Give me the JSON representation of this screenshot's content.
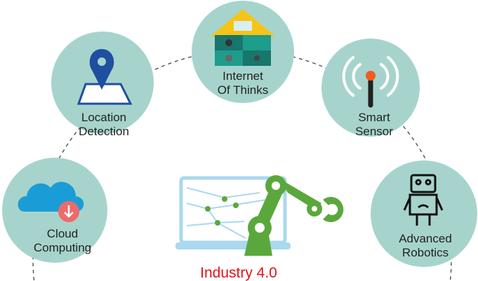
{
  "title": "Industry 4.0",
  "nodes": [
    {
      "line1": "Internet",
      "line2": "Of Thinks"
    },
    {
      "line1": "Location",
      "line2": "Detection"
    },
    {
      "line1": "Smart",
      "line2": "Sensor"
    },
    {
      "line1": "Cloud",
      "line2": "Computing"
    },
    {
      "line1": "Advanced",
      "line2": "Robotics"
    }
  ],
  "colors": {
    "circle": "#a6d4cc",
    "accent_red": "#e3121b",
    "robot_green": "#5aa83c",
    "laptop_blue": "#a9d8ef"
  }
}
